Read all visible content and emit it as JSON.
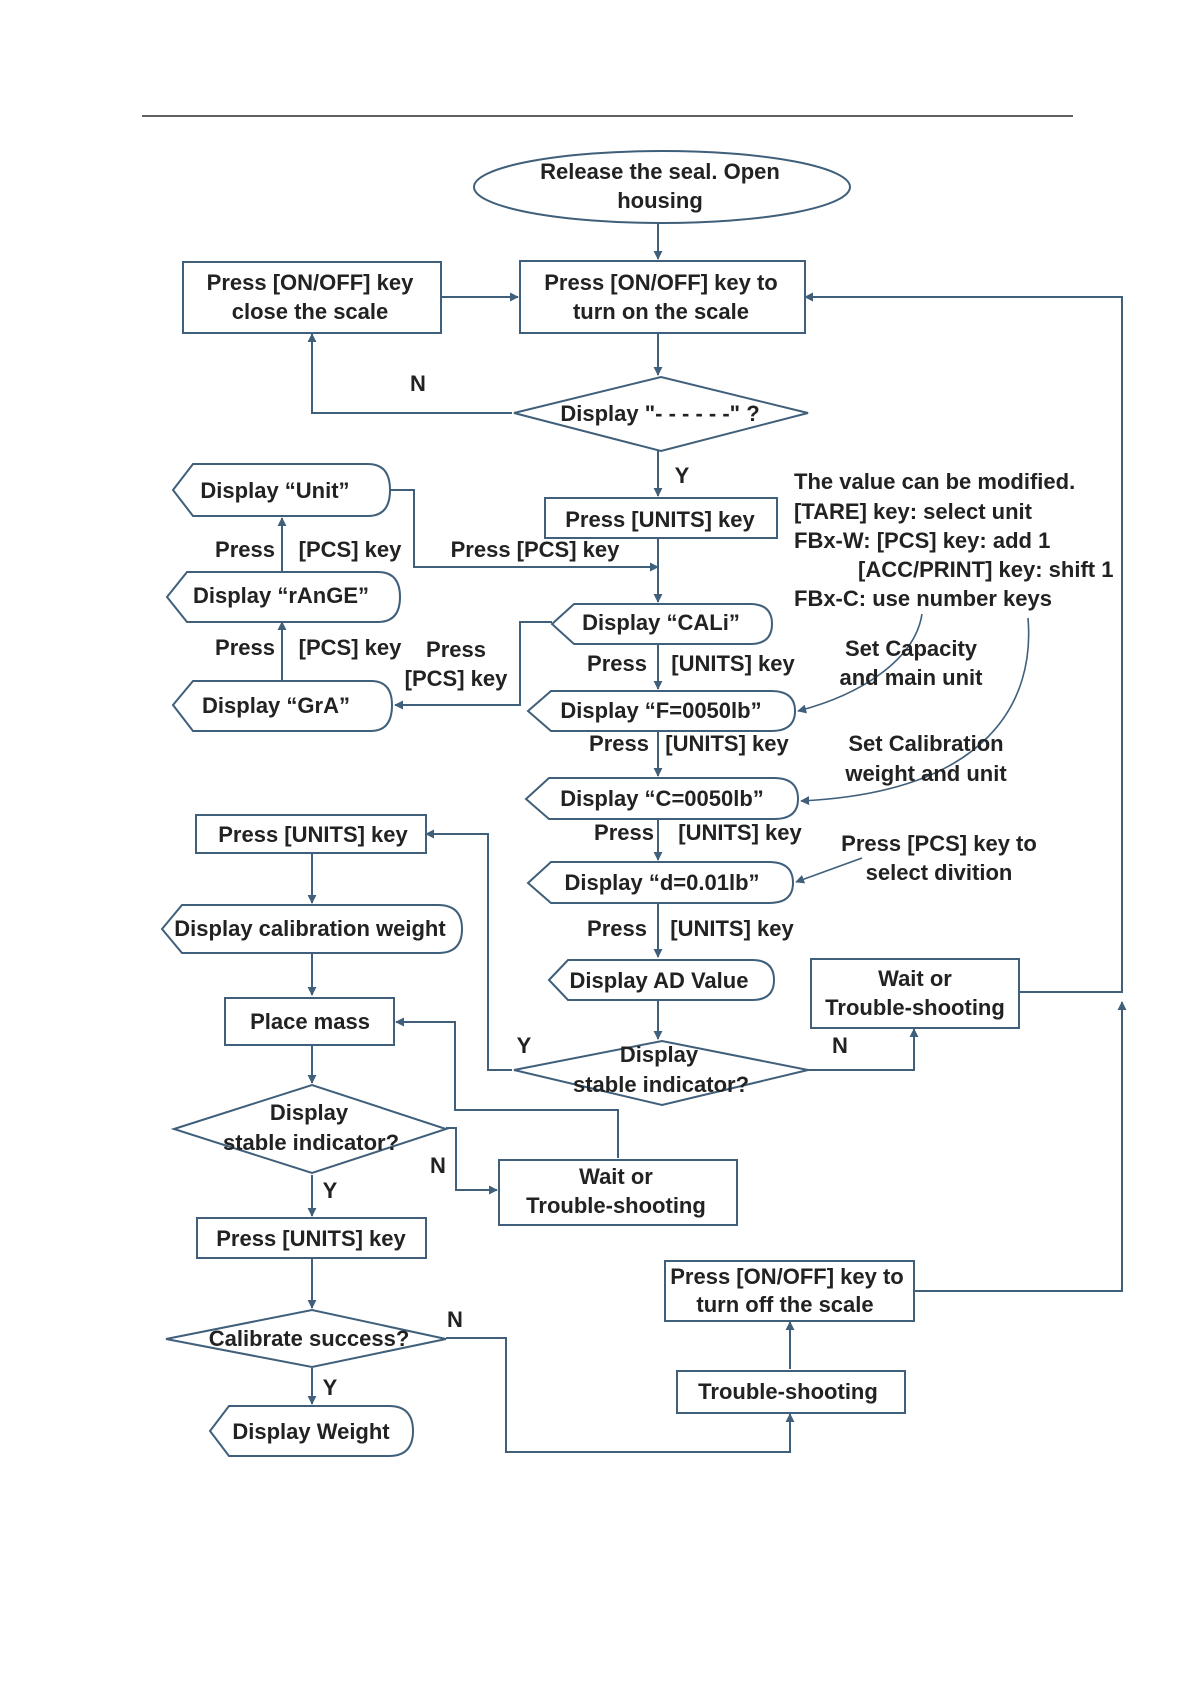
{
  "diagram": {
    "nodes": {
      "start": [
        "Release the seal. Open",
        "housing"
      ],
      "close_scale": [
        "Press [ON/OFF] key",
        "close the scale"
      ],
      "turn_on": [
        "Press [ON/OFF] key to",
        "turn on the scale"
      ],
      "check_dashes": [
        "Display \"- - - - - -\" ?"
      ],
      "units_key_1": [
        "Press  [UNITS] key"
      ],
      "disp_unit": [
        "Display “Unit”"
      ],
      "disp_range": [
        "Display “rAnGE”"
      ],
      "disp_gra": [
        "Display “GrA”"
      ],
      "disp_cali": [
        "Display “CALi”"
      ],
      "disp_f": [
        "Display “F=0050lb”"
      ],
      "disp_c": [
        "Display “C=0050lb”"
      ],
      "disp_d": [
        "Display “d=0.01lb”"
      ],
      "disp_ad": [
        "Display  AD Value"
      ],
      "wait_1": [
        "Wait or",
        "Trouble-shooting"
      ],
      "stable_1": [
        "Display",
        "stable indicator?"
      ],
      "units_key_2": [
        "Press [UNITS] key"
      ],
      "disp_cal_weight": [
        "Display calibration weight"
      ],
      "place_mass": [
        "Place mass"
      ],
      "stable_2": [
        "Display",
        "stable indicator?"
      ],
      "wait_2": [
        "Wait or",
        "Trouble-shooting"
      ],
      "units_key_3": [
        "Press [UNITS] key"
      ],
      "calibrate_success": [
        "Calibrate success?"
      ],
      "disp_weight": [
        "Display Weight"
      ],
      "turn_off": [
        "Press [ON/OFF] key to",
        "turn off the scale"
      ],
      "trouble": [
        "Trouble-shooting"
      ]
    },
    "edge_labels": {
      "n_dashes": "N",
      "y_dashes": "Y",
      "pcs_1": "Press [PCS] key",
      "pcs_2a": "Press",
      "pcs_2b": "[PCS] key",
      "pcs_3a": "Press",
      "pcs_3b": "[PCS] key",
      "pcs_4a": "Press",
      "pcs_4b": "[PCS] key",
      "units_a": "Press",
      "units_b": "[UNITS] key",
      "units_2a": "Press",
      "units_2b": "[UNITS] key",
      "units_3a": "Press",
      "units_3b": "[UNITS] key",
      "units_4a": "Press",
      "units_4b": "[UNITS] key",
      "y_stable_1": "Y",
      "n_stable_1": "N",
      "n_stable_2": "N",
      "y_stable_2": "Y",
      "n_success": "N",
      "y_success": "Y"
    },
    "notes": {
      "modify": [
        "The value can be modified.",
        "[TARE] key:  select unit",
        "FBx-W: [PCS] key: add 1",
        "[ACC/PRINT] key: shift 1",
        "FBx-C: use number keys"
      ],
      "capacity": [
        "Set Capacity",
        "and main unit"
      ],
      "calibration": [
        "Set Calibration",
        "weight and unit"
      ],
      "division": [
        "Press [PCS] key to",
        "select divition"
      ]
    }
  },
  "colors": {
    "stroke": "#3f5f7a",
    "text": "#222222",
    "background": "#ffffff"
  }
}
